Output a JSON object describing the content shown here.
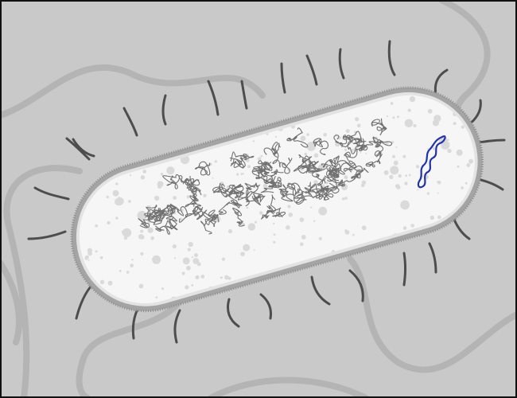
{
  "figure": {
    "subject": "bacterium",
    "parts": [
      "cell-body",
      "cell-wall",
      "cytoplasm",
      "nucleoid",
      "plasmid",
      "pili",
      "flagella"
    ]
  },
  "colors": {
    "background": "#c9c9c9",
    "flagella": "#b4b4b4",
    "pili": "#4d4d4d",
    "cell_wall_outer": "#a4a4a4",
    "cell_wall_fringe": "#8e8e8e",
    "cytoplasm": "#f6f6f6",
    "ribosome_dots": "#dadada",
    "nucleoid": "#707070",
    "plasmid": "#2233aa",
    "frame": "#111111"
  }
}
